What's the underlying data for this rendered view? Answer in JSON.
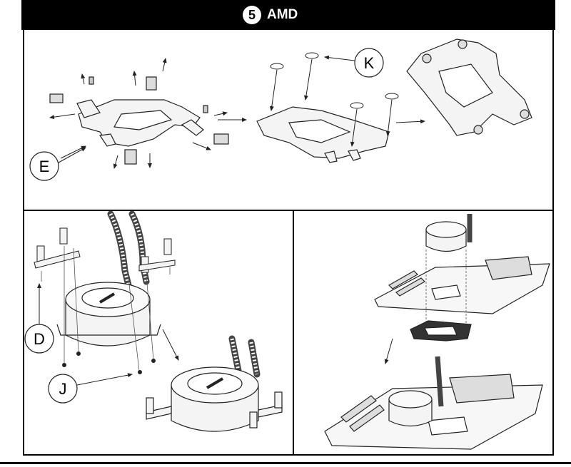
{
  "header": {
    "step_number": "5",
    "title": "AMD"
  },
  "labels": {
    "E": "E",
    "K": "K",
    "D": "D",
    "J": "J"
  },
  "colors": {
    "ink": "#000000",
    "line": "#333333",
    "fill": "#f4f4f4"
  }
}
